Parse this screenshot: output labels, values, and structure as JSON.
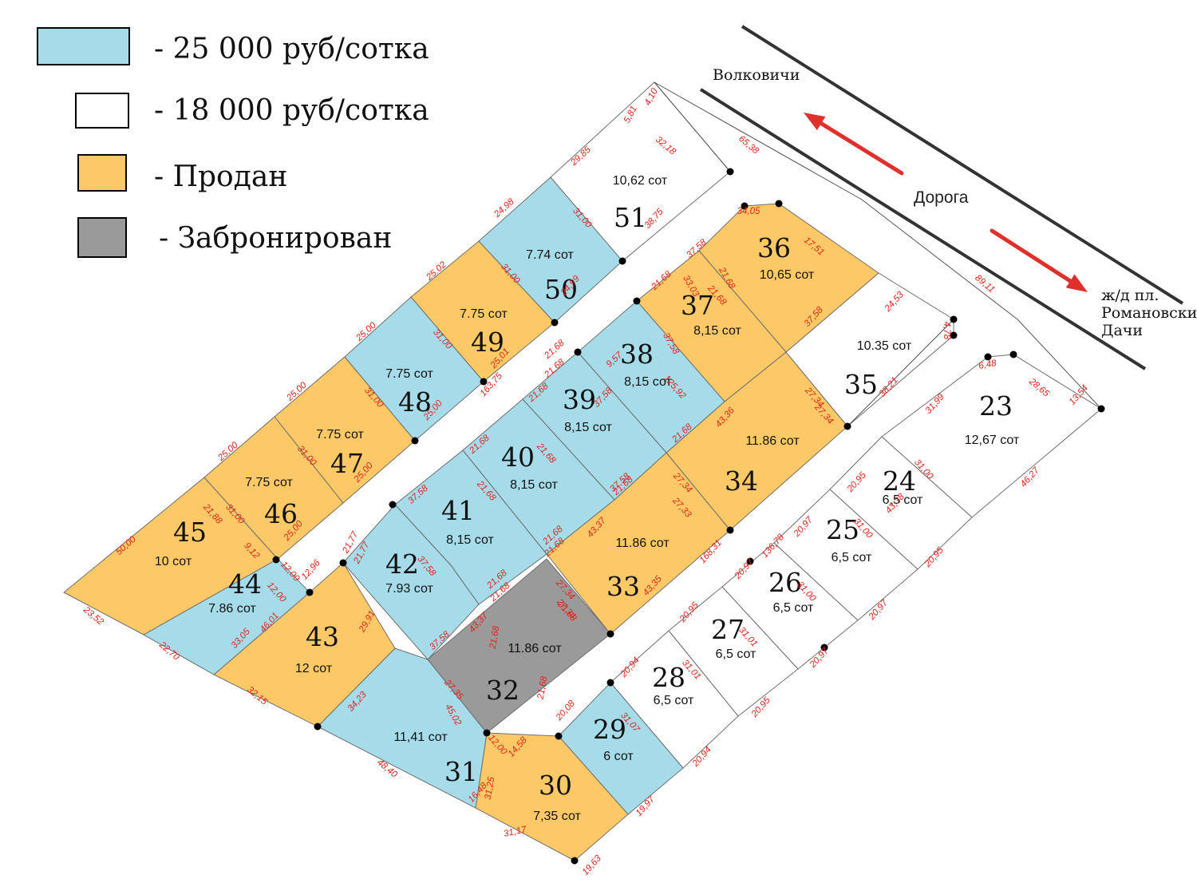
{
  "colors": {
    "blue": "#a6dcea",
    "white": "#ffffff",
    "orange": "#fdc966",
    "gray": "#9a9a9a",
    "arrow": "#e0302b",
    "dim_text": "#e0241b"
  },
  "legend": [
    {
      "status": "blue",
      "label": "- 25 000 руб/сотка"
    },
    {
      "status": "white",
      "label": "- 18 000 руб/сотка"
    },
    {
      "status": "orange",
      "label": "- Продан"
    },
    {
      "status": "gray",
      "label": "- Забронирован"
    }
  ],
  "places": {
    "north": "Волковичи",
    "road": "Дорога",
    "station_line1": "ж/д пл.",
    "station_line2": "Романовские",
    "station_line3": "Дачи"
  },
  "plots": [
    {
      "id": "23",
      "area": "12,67 сот",
      "status": "white"
    },
    {
      "id": "24",
      "area": "6,5 сот",
      "status": "white"
    },
    {
      "id": "25",
      "area": "6,5 сот",
      "status": "white"
    },
    {
      "id": "26",
      "area": "6,5 сот",
      "status": "white"
    },
    {
      "id": "27",
      "area": "6,5 сот",
      "status": "white"
    },
    {
      "id": "28",
      "area": "6,5 сот",
      "status": "white"
    },
    {
      "id": "29",
      "area": "6 сот",
      "status": "blue"
    },
    {
      "id": "30",
      "area": "7,35 сот",
      "status": "orange"
    },
    {
      "id": "31",
      "area": "11,41 сот",
      "status": "blue"
    },
    {
      "id": "32",
      "area": "11.86 сот",
      "status": "gray"
    },
    {
      "id": "33",
      "area": "11.86 сот",
      "status": "orange"
    },
    {
      "id": "34",
      "area": "11.86 сот",
      "status": "orange"
    },
    {
      "id": "35",
      "area": "10.35 сот",
      "status": "white"
    },
    {
      "id": "36",
      "area": "10,65 сот",
      "status": "orange"
    },
    {
      "id": "37",
      "area": "8,15 сот",
      "status": "orange"
    },
    {
      "id": "38",
      "area": "8,15 сот",
      "status": "blue"
    },
    {
      "id": "39",
      "area": "8,15 сот",
      "status": "blue"
    },
    {
      "id": "40",
      "area": "8,15 сот",
      "status": "blue"
    },
    {
      "id": "41",
      "area": "8,15 сот",
      "status": "blue"
    },
    {
      "id": "42",
      "area": "7.93 сот",
      "status": "blue"
    },
    {
      "id": "43",
      "area": "12 сот",
      "status": "orange"
    },
    {
      "id": "44",
      "area": "7.86 сот",
      "status": "blue"
    },
    {
      "id": "45",
      "area": "10 сот",
      "status": "orange"
    },
    {
      "id": "46",
      "area": "7.75 сот",
      "status": "orange"
    },
    {
      "id": "47",
      "area": "7.75 сот",
      "status": "orange"
    },
    {
      "id": "48",
      "area": "7.75 сот",
      "status": "blue"
    },
    {
      "id": "49",
      "area": "7.75 сот",
      "status": "orange"
    },
    {
      "id": "50",
      "area": "7.74 сот",
      "status": "blue"
    },
    {
      "id": "51",
      "area": "10,62 сот",
      "status": "white"
    }
  ],
  "dimensions": [
    "5,81",
    "4,10",
    "29,85",
    "32,18",
    "65,38",
    "31,00",
    "38,75",
    "24,98",
    "31,00",
    "24,99",
    "25.02",
    "31,00",
    "25,01",
    "163,75",
    "25,00",
    "31,00",
    "25,00",
    "25,00",
    "31,00",
    "25,00",
    "25,00",
    "31,00",
    "25,00",
    "21,88",
    "50,00",
    "23,52",
    "9,12",
    "12,00",
    "12,00",
    "12,96",
    "22,70",
    "33,05",
    "46,01",
    "29,91",
    "32,15",
    "21,77",
    "21,77",
    "37,58",
    "34,23",
    "48,40",
    "27,35",
    "45,02",
    "16,48",
    "12,00",
    "14,58",
    "31,25",
    "31,17",
    "19,63",
    "20,08",
    "31,07",
    "19,97",
    "20,94",
    "31,01",
    "20,94",
    "20,95",
    "31,01",
    "20,95",
    "20,97",
    "31,00",
    "20,97",
    "20,97",
    "31,00",
    "20,97",
    "136,78",
    "20,95",
    "31,00",
    "20,95",
    "31,99",
    "6,48",
    "28,65",
    "13,54",
    "46,27",
    "38,21",
    "24,53",
    "4,78",
    "89,11",
    "27,34",
    "27,34",
    "43,38",
    "43,36",
    "27,34",
    "27,33",
    "168,31",
    "43,35",
    "27,34",
    "27,34",
    "43,37",
    "43,37",
    "21,68",
    "21,68",
    "37,58",
    "21,68",
    "21,68",
    "37,58",
    "21,68",
    "21,68",
    "37,58",
    "21,68",
    "21,68",
    "37,58",
    "21,68",
    "21,68",
    "37,58",
    "21,68",
    "125,92",
    "21,68",
    "37,58",
    "37,58",
    "34,05",
    "17,51",
    "9,57",
    "33,03",
    "21,68",
    "21,68",
    "21,68",
    "21.68",
    "21,68",
    "21,68",
    "43,37",
    "43,37"
  ]
}
